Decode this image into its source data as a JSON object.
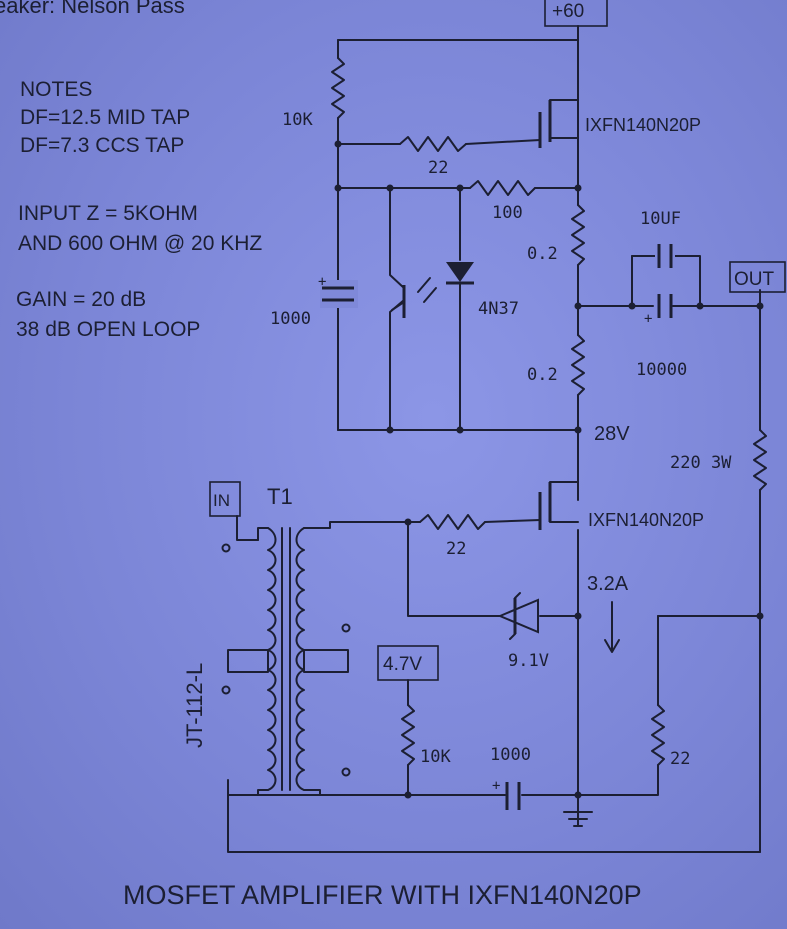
{
  "header": {
    "caption": "eaker: Nelson Pass"
  },
  "notes": {
    "lines": [
      "NOTES",
      "DF=12.5 MID TAP",
      "DF=7.3 CCS TAP",
      "INPUT Z = 5KOHM",
      "AND 600 OHM @ 20 KHZ",
      "GAIN = 20 dB",
      "38 dB OPEN LOOP"
    ]
  },
  "supply": {
    "label": "+60"
  },
  "labels": {
    "r_top": "10K",
    "q1": "IXFN140N20P",
    "r_22_top": "22",
    "r_100": "100",
    "r_02_top": "0.2",
    "c_10uf": "10UF",
    "out": "OUT",
    "c_1000_left": "1000",
    "opto": "4N37",
    "c_10000": "10000",
    "r_02_bot": "0.2",
    "v_28": "28V",
    "r_220": "220 3W",
    "in": "IN",
    "t1": "T1",
    "q2": "IXFN140N20P",
    "r_22_mid": "22",
    "i_32": "3.2A",
    "zener": "9.1V",
    "v_47": "4.7V",
    "transformer": "JT-112-L",
    "r_10k_bot": "10K",
    "c_1000_bot": "1000",
    "r_22_right": "22"
  },
  "title": "MOSFET AMPLIFIER WITH IXFN140N20P"
}
